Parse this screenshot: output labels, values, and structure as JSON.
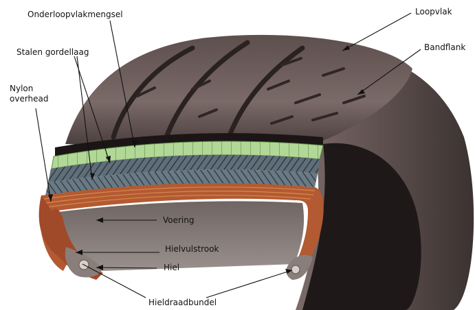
{
  "labels": {
    "onderloopvlakmengsel": "Onderloopvlakmengsel",
    "stalen_gordellaag": "Stalen gordellaag",
    "nylon_overhead": "Nylon overhead",
    "loopvlak": "Loopvlak",
    "bandflank": "Bandflank",
    "voering": "Voering",
    "hielvulstrook": "Hielvulstrook",
    "hiel": "Hiel",
    "hieldraadbundel": "Hieldraadbundel"
  },
  "colors": {
    "tread": "#6e5e5c",
    "tread_dark": "#3a2f2e",
    "groove": "#2a2221",
    "undertread": "#a9d38c",
    "belt": "#5b6a74",
    "belt_pattern": "#2f3a42",
    "nylon": "#c06a3c",
    "casing": "#a94f2c",
    "inner": "#8f8582",
    "bead": "#d8d0c8",
    "leader": "#111111"
  }
}
